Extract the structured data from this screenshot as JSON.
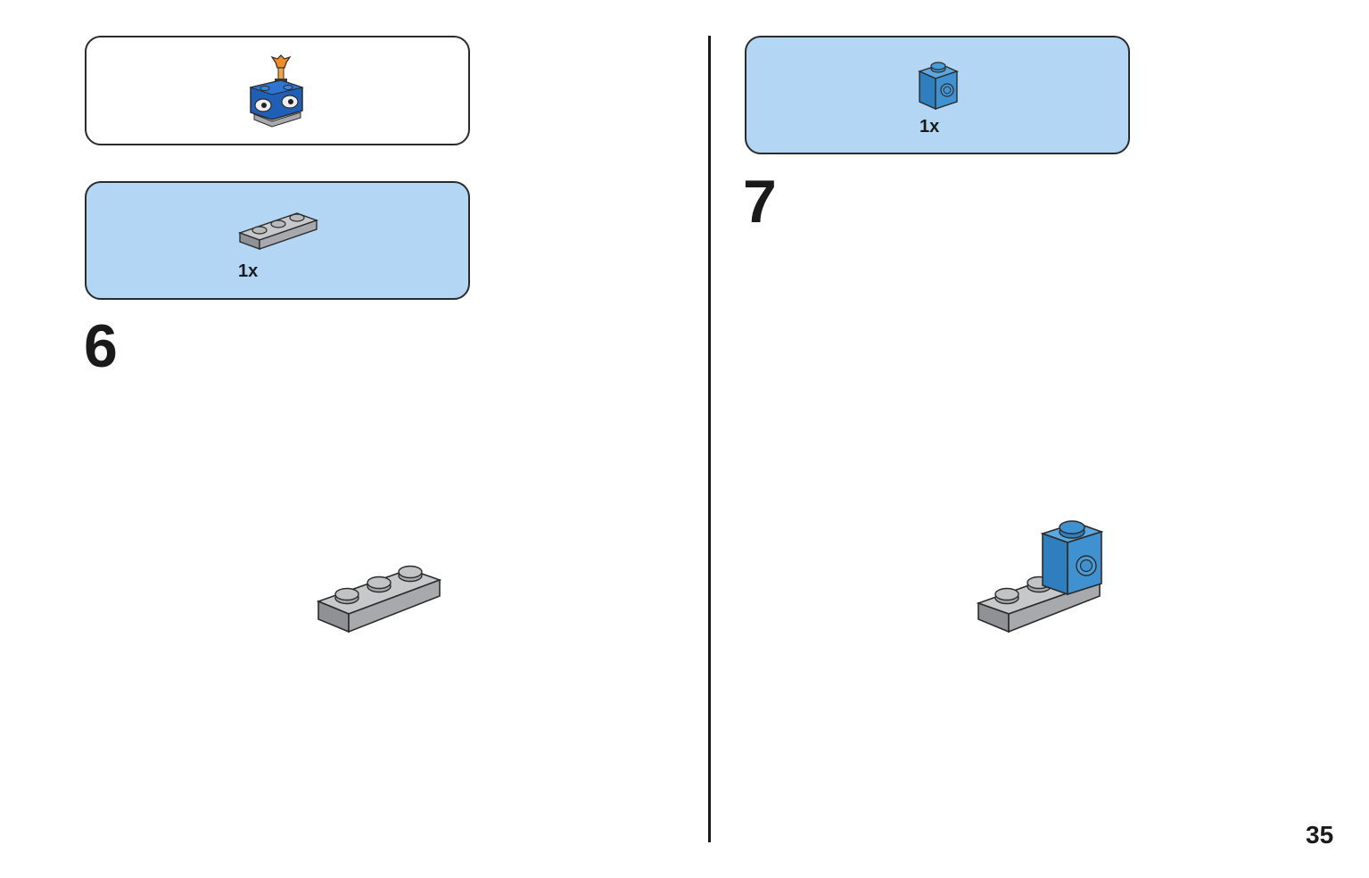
{
  "colors": {
    "callout_blue": "#b3d6f4",
    "plate_gray": "#a7a9ac",
    "brick_blue": "#3f92cf",
    "dark_blue": "#1f5fb8",
    "outline": "#2b2b2b"
  },
  "left_page": {
    "submodel_callout": {
      "icon": "submodel-preview-icon"
    },
    "parts_callout": {
      "quantity": "1x",
      "icon": "gray-plate-1x3-icon"
    },
    "step": {
      "number": "6",
      "icon": "gray-plate-assembly-icon"
    }
  },
  "right_page": {
    "parts_callout": {
      "quantity": "1x",
      "icon": "blue-bracket-brick-icon"
    },
    "step": {
      "number": "7",
      "icon": "plate-with-blue-brick-assembly-icon"
    }
  },
  "page_number": "35"
}
